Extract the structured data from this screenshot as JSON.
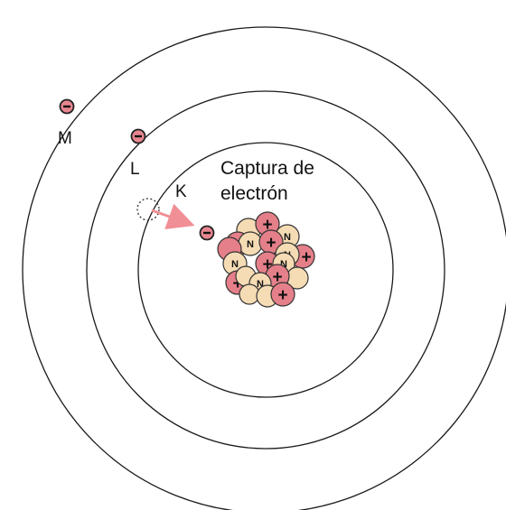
{
  "diagram": {
    "title_lines": [
      "Captura de",
      "electrón"
    ],
    "shells": [
      {
        "label": "K"
      },
      {
        "label": "L"
      },
      {
        "label": "M"
      }
    ],
    "electron_symbol": "−",
    "proton_symbol": "+",
    "neutron_symbol": "N",
    "colors": {
      "proton_fill": "#e57f89",
      "neutron_fill": "#f6dcb4",
      "electron_fill": "#e8868f",
      "capture_arrow": "#f08f95",
      "shell_stroke": "#1a1a1a"
    }
  }
}
